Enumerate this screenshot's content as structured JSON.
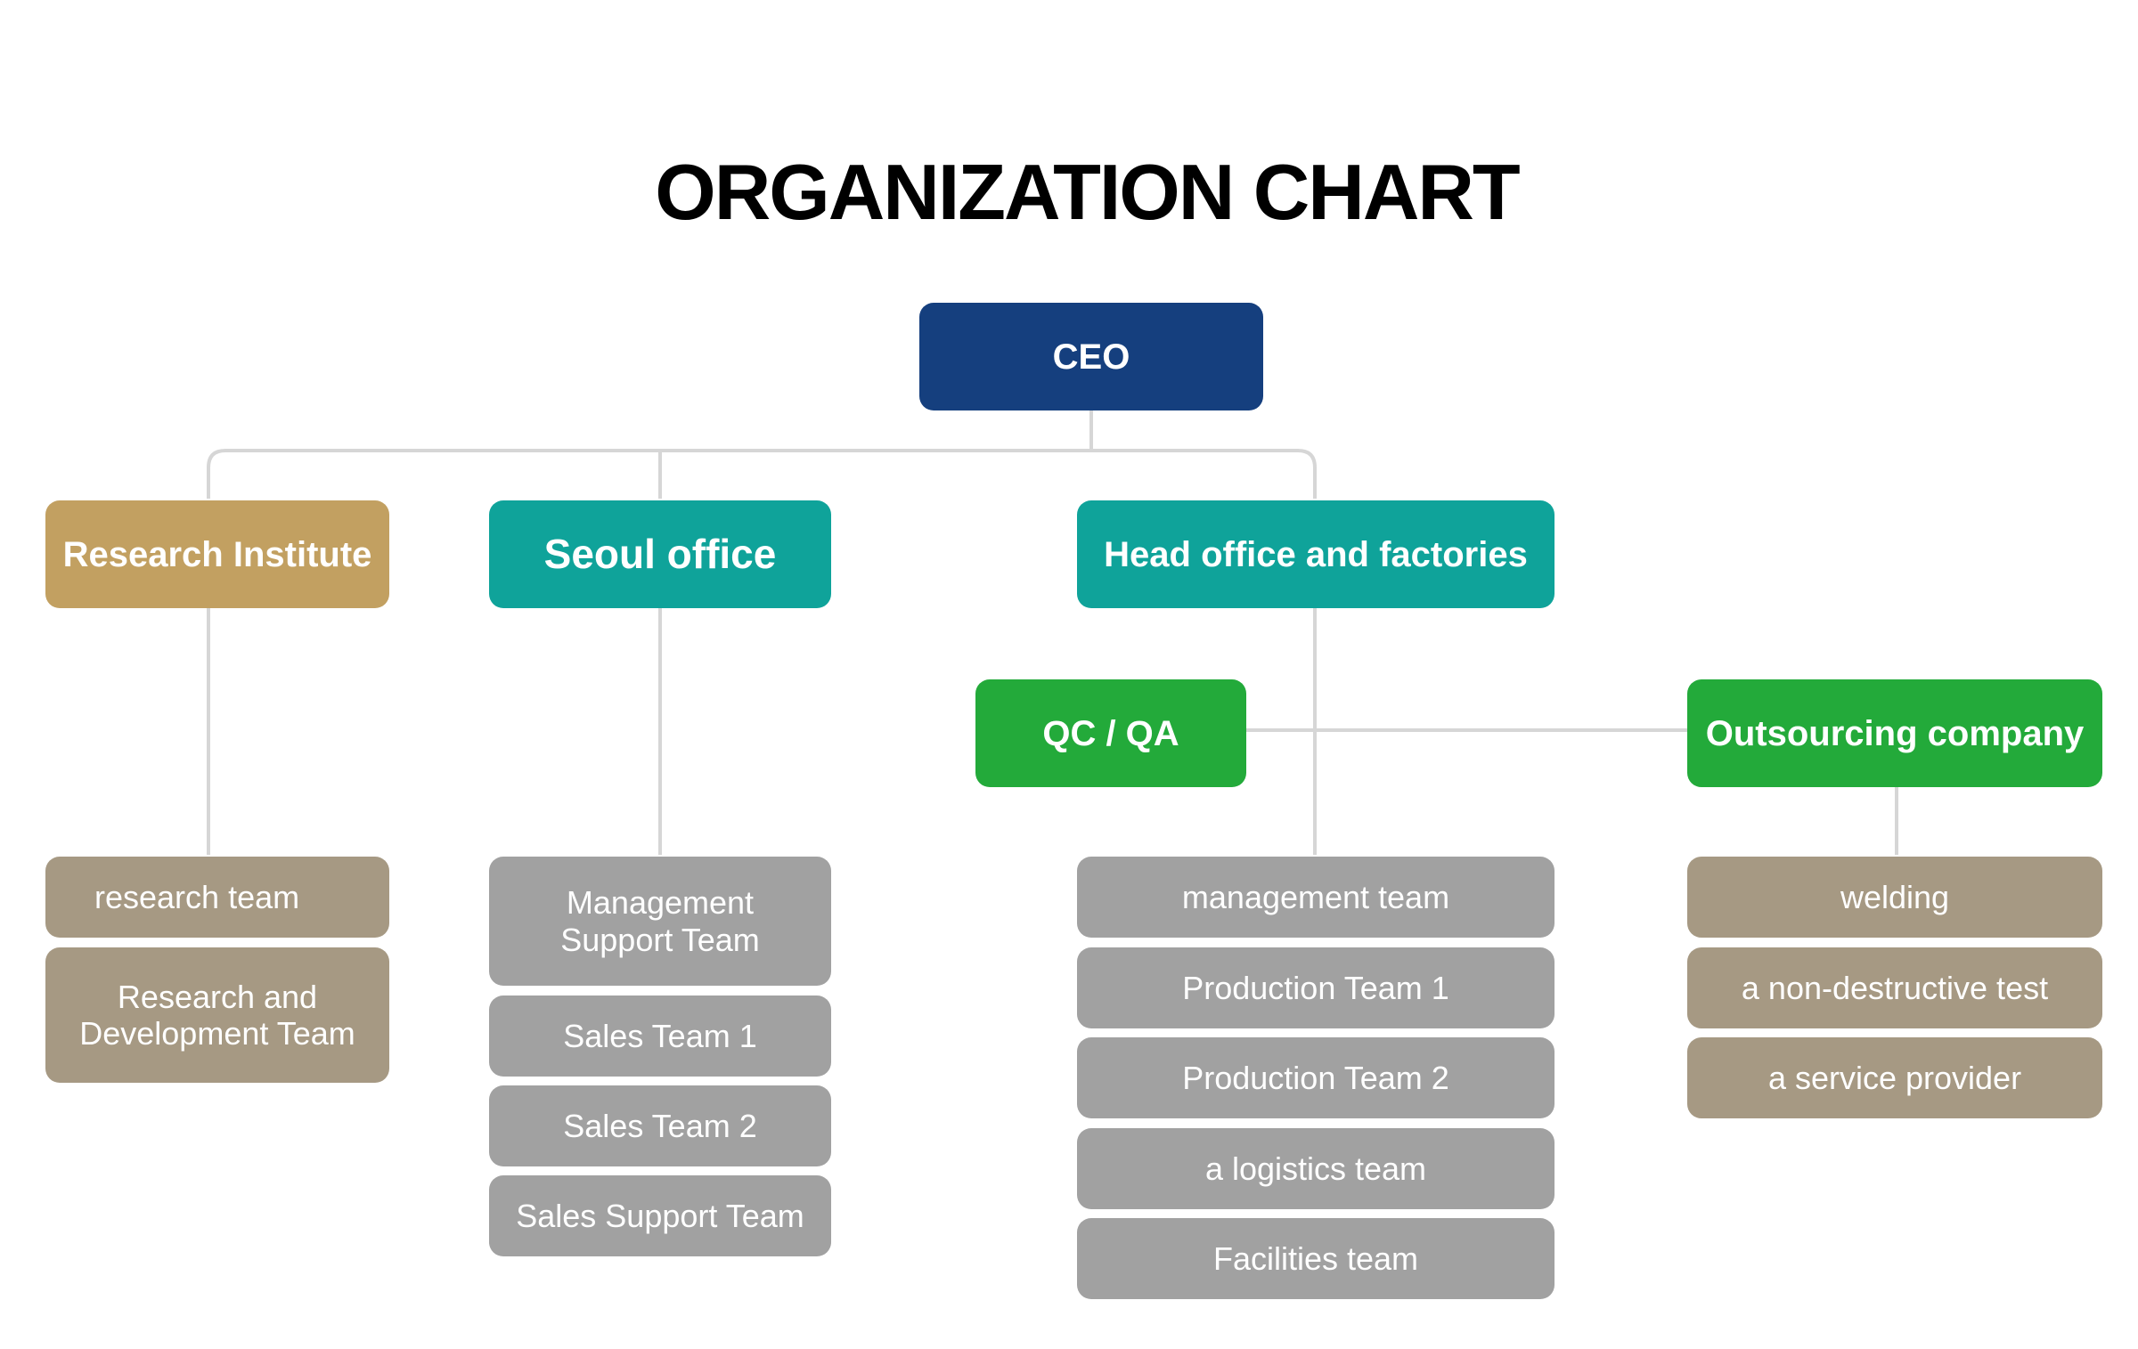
{
  "title": "ORGANIZATION CHART",
  "colors": {
    "ceo": "#153f7e",
    "research_institute": "#c2a061",
    "seoul_office": "#0fa39a",
    "head_office": "#0fa39a",
    "qc_outsourcing": "#23aa3a",
    "team_gray": "#a1a1a1",
    "team_taupe": "#a69983",
    "connector": "#d6d6d6"
  },
  "ceo": "CEO",
  "divisions": {
    "research_institute": {
      "label": "Research Institute",
      "teams": [
        "research team",
        "Research and Development Team"
      ]
    },
    "seoul_office": {
      "label": "Seoul office",
      "teams": [
        "Management Support Team",
        "Sales Team 1",
        "Sales Team 2",
        "Sales Support Team"
      ]
    },
    "head_office": {
      "label": "Head office and factories",
      "teams": [
        "management team",
        "Production Team 1",
        "Production Team 2",
        "a logistics team",
        "Facilities team"
      ]
    },
    "qc_qa": {
      "label": "QC / QA"
    },
    "outsourcing": {
      "label": "Outsourcing company",
      "teams": [
        "welding",
        "a non-destructive test",
        "a service provider"
      ]
    }
  }
}
